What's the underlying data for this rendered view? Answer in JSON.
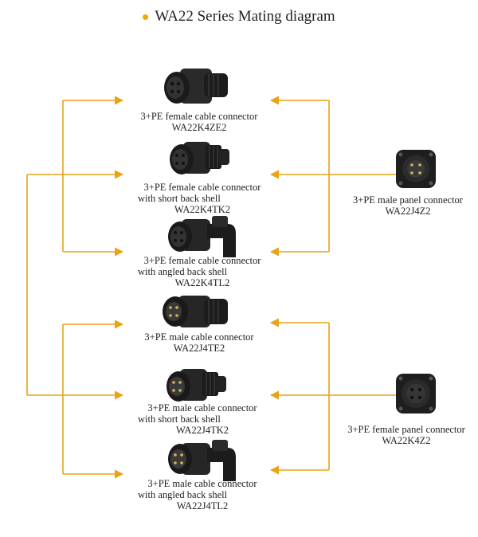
{
  "title": "WA22 Series Mating diagram",
  "colors": {
    "accent": "#f0a800",
    "arrow": "#e8a317",
    "connector": "#1e1e1e",
    "text": "#222222"
  },
  "female_cables": [
    {
      "line1": "3+PE female cable connector",
      "line2": "WA22K4ZE2",
      "line3": ""
    },
    {
      "line1": "3+PE female cable connector",
      "line2": "with short back shell",
      "line3": "WA22K4TK2"
    },
    {
      "line1": "3+PE female cable connector",
      "line2": "with angled back shell",
      "line3": "WA22K4TL2"
    }
  ],
  "male_cables": [
    {
      "line1": "3+PE male cable connector",
      "line2": "WA22J4TE2",
      "line3": ""
    },
    {
      "line1": "3+PE male cable connector",
      "line2": "with short back shell",
      "line3": "WA22J4TK2"
    },
    {
      "line1": "3+PE male cable connector",
      "line2": "with angled back shell",
      "line3": "WA22J4TL2"
    }
  ],
  "male_panel": {
    "line1": "3+PE male panel connector",
    "line2": "WA22J4Z2"
  },
  "female_panel": {
    "line1": "3+PE female panel connector",
    "line2": "WA22K4Z2"
  }
}
